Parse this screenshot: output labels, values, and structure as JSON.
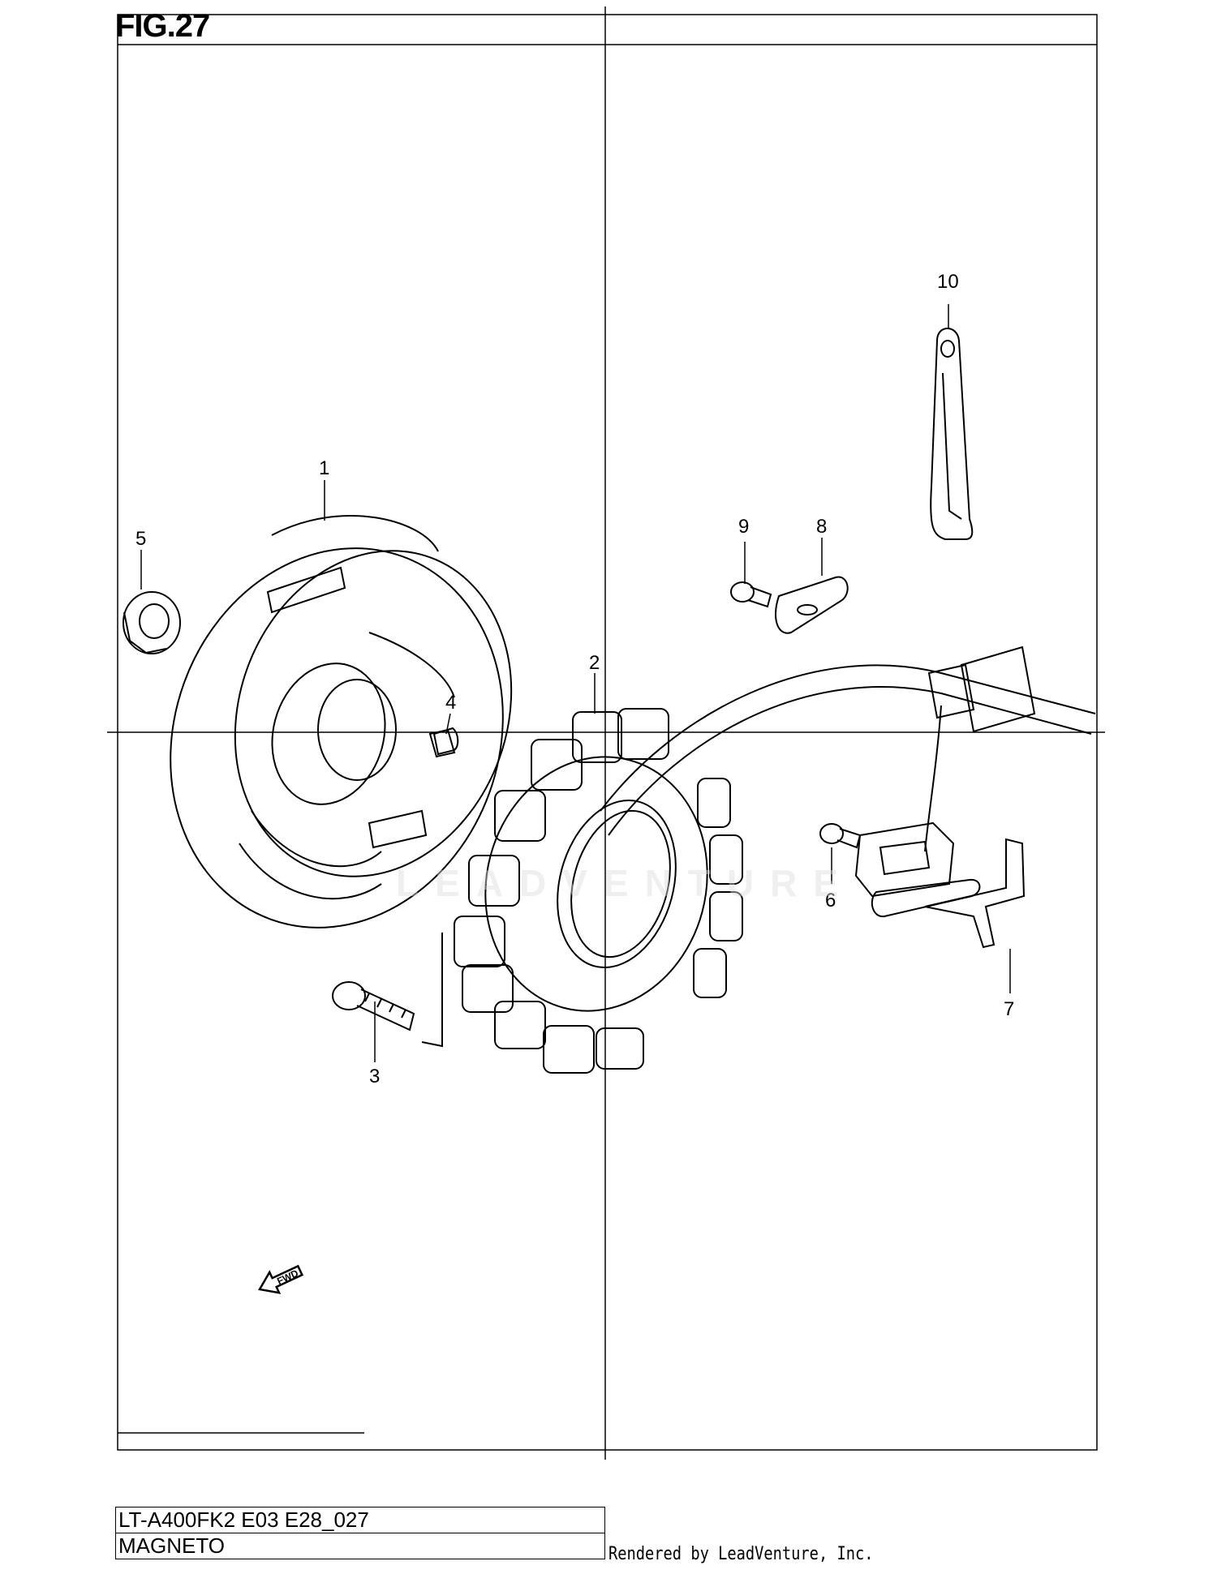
{
  "figure": {
    "label": "FIG.27"
  },
  "callouts": [
    "1",
    "2",
    "3",
    "4",
    "5",
    "6",
    "7",
    "8",
    "9",
    "10"
  ],
  "fwd_arrow_text": "FWD",
  "watermark": "LEADVENTURE",
  "title_block": {
    "model_code": "LT-A400FK2 E03 E28_027",
    "section_name": "MAGNETO"
  },
  "credit": "Rendered by LeadVenture, Inc."
}
